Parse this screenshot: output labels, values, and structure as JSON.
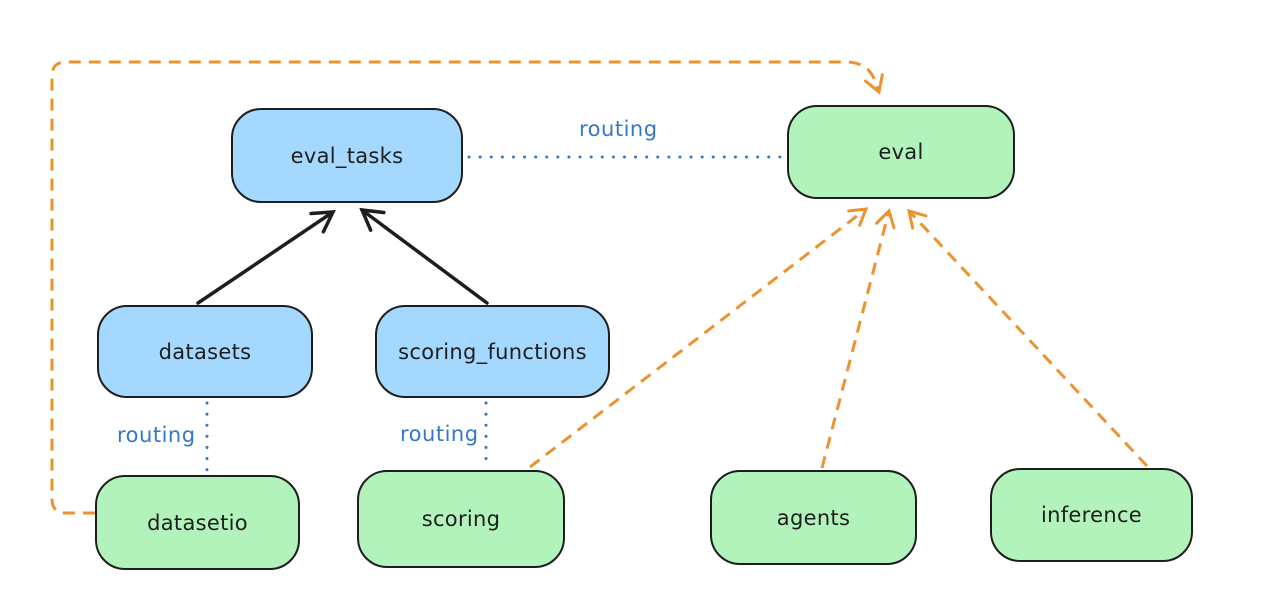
{
  "diagram": {
    "type": "flowchart",
    "background": "#ffffff",
    "colors": {
      "node_stroke": "#1e1e1e",
      "blue_node_fill": "#a5d8ff",
      "green_node_fill": "#b2f2bb",
      "black_arrow": "#1e1e1e",
      "orange_arrow": "#ec9331",
      "routing_blue": "#3578c6"
    },
    "nodes": [
      {
        "id": "eval_tasks",
        "label": "eval_tasks",
        "color": "blue"
      },
      {
        "id": "eval",
        "label": "eval",
        "color": "green"
      },
      {
        "id": "datasets",
        "label": "datasets",
        "color": "blue"
      },
      {
        "id": "scoring_functions",
        "label": "scoring_functions",
        "color": "blue"
      },
      {
        "id": "datasetio",
        "label": "datasetio",
        "color": "green"
      },
      {
        "id": "scoring",
        "label": "scoring",
        "color": "green"
      },
      {
        "id": "agents",
        "label": "agents",
        "color": "green"
      },
      {
        "id": "inference",
        "label": "inference",
        "color": "green"
      }
    ],
    "edges": [
      {
        "from": "datasets",
        "to": "eval_tasks",
        "style": "solid",
        "color": "black",
        "arrow": true,
        "label": ""
      },
      {
        "from": "scoring_functions",
        "to": "eval_tasks",
        "style": "solid",
        "color": "black",
        "arrow": true,
        "label": ""
      },
      {
        "from": "eval_tasks",
        "to": "eval",
        "style": "dotted",
        "color": "blue",
        "arrow": false,
        "label": "routing"
      },
      {
        "from": "datasets",
        "to": "datasetio",
        "style": "dotted",
        "color": "blue",
        "arrow": false,
        "label": "routing"
      },
      {
        "from": "scoring_functions",
        "to": "scoring",
        "style": "dotted",
        "color": "blue",
        "arrow": false,
        "label": "routing"
      },
      {
        "from": "datasetio",
        "to": "eval",
        "style": "dashed",
        "color": "orange",
        "arrow": true,
        "label": ""
      },
      {
        "from": "scoring",
        "to": "eval",
        "style": "dashed",
        "color": "orange",
        "arrow": true,
        "label": ""
      },
      {
        "from": "agents",
        "to": "eval",
        "style": "dashed",
        "color": "orange",
        "arrow": true,
        "label": ""
      },
      {
        "from": "inference",
        "to": "eval",
        "style": "dashed",
        "color": "orange",
        "arrow": true,
        "label": ""
      }
    ]
  }
}
